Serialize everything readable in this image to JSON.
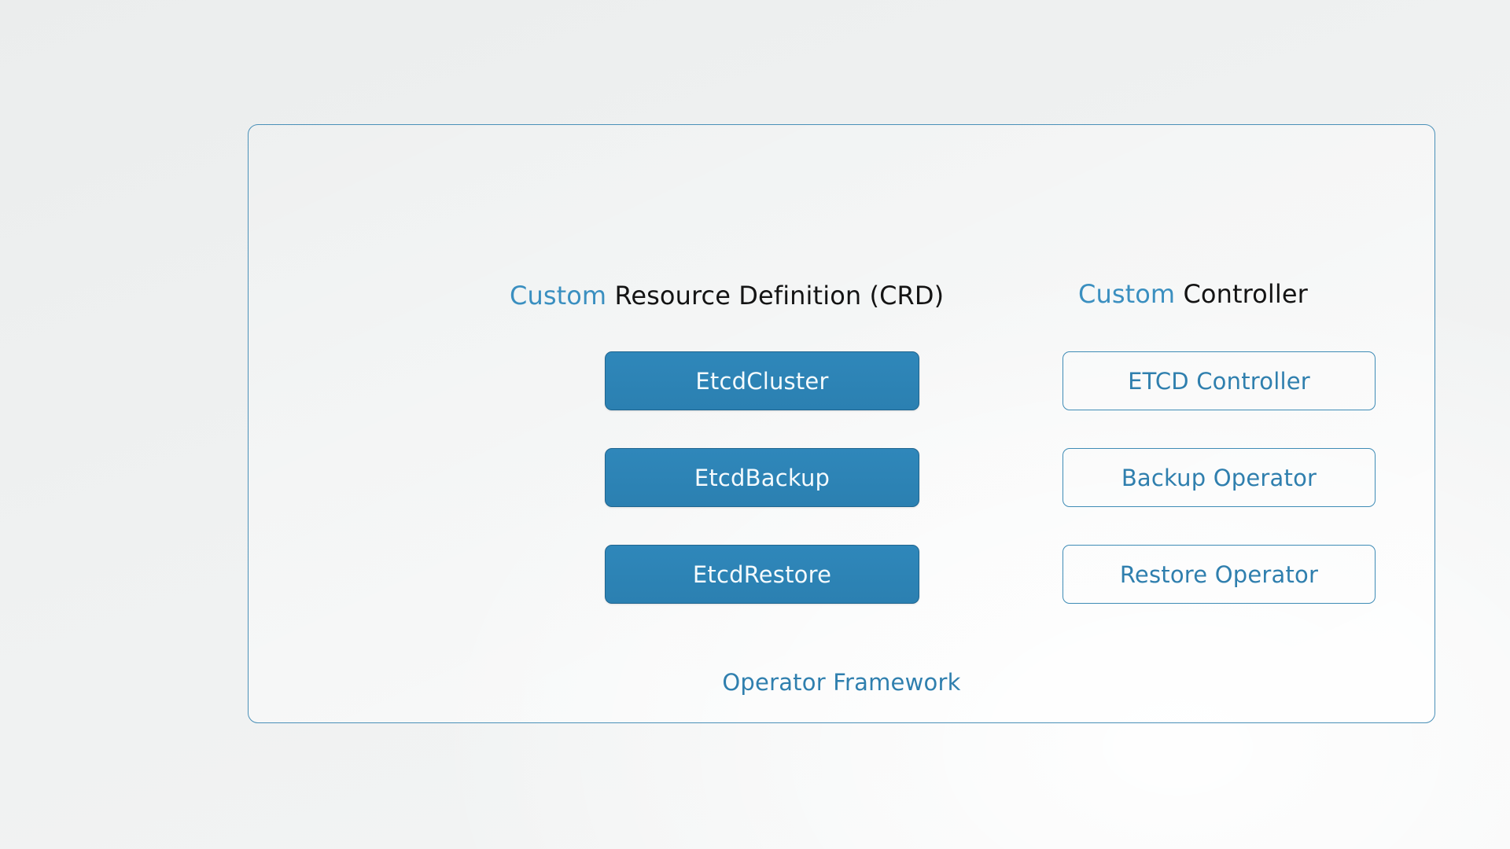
{
  "diagram": {
    "caption": "Operator Framework",
    "accent_color": "#3a8fc0",
    "filled_fill_color": "#2e86b8",
    "filled_border_color": "#1f6590",
    "outline_color": "#3f8cb6",
    "background_color": "#eef0f0"
  },
  "columns": [
    {
      "heading_accent": "Custom",
      "heading_rest": " Resource Definition (CRD)",
      "style": "filled",
      "items": [
        {
          "label": "EtcdCluster"
        },
        {
          "label": "EtcdBackup"
        },
        {
          "label": "EtcdRestore"
        }
      ]
    },
    {
      "heading_accent": "Custom",
      "heading_rest": " Controller",
      "style": "outlined",
      "items": [
        {
          "label": "ETCD Controller"
        },
        {
          "label": "Backup Operator"
        },
        {
          "label": "Restore Operator"
        }
      ]
    }
  ]
}
